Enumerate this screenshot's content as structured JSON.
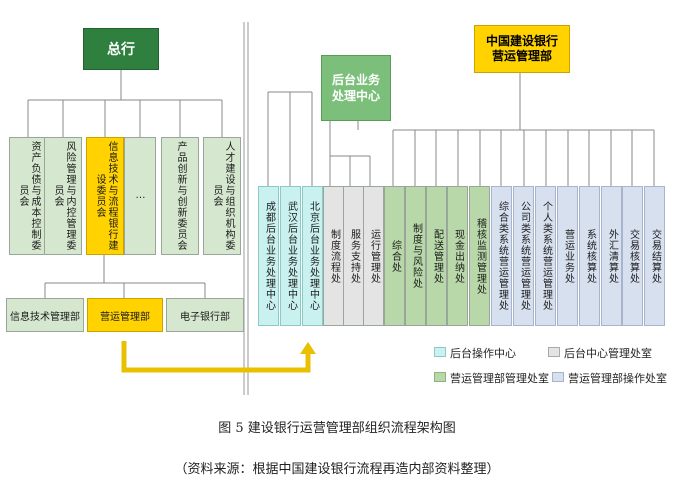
{
  "left": {
    "root": "总行",
    "committees": [
      "资产负债与成本控制委员会",
      "风险管理与内控管理委员会",
      "信息技术与流程银行建设委员会",
      "…",
      "产品创新与创新委员会",
      "人才建设与组织机构委员会"
    ],
    "departments": [
      "信息技术管理部",
      "营运管理部",
      "电子银行部"
    ]
  },
  "right": {
    "top": "中国建设银行营运管理部",
    "backoffice": "后台业务处理中心",
    "centers": [
      "成都后台业务处理中心",
      "武汉后台业务处理中心",
      "北京后台业务处理中心"
    ],
    "gray_units": [
      "制度流程处",
      "服务支持处",
      "运行管理处"
    ],
    "green_units": [
      "综合处",
      "制度与风险处",
      "配送管理处",
      "现金出纳处",
      "稽核监测管理处"
    ],
    "blue_units": [
      "综合类系统营运管理处",
      "公司类系统营运管理处",
      "个人类系统营运管理处",
      "营运业务处",
      "系统核算处",
      "外汇清算处",
      "交易核算处",
      "交易结算处"
    ]
  },
  "legend": [
    {
      "label": "后台操作中心",
      "color": "#c9f1ef"
    },
    {
      "label": "后台中心管理处室",
      "color": "#e4e4e4"
    },
    {
      "label": "营运管理部管理处室",
      "color": "#b9d8a9"
    },
    {
      "label": "营运管理部操作处室",
      "color": "#d7e0ef"
    }
  ],
  "caption": {
    "title": "图 5  建设银行运营管理部组织流程架构图",
    "source": "（资料来源：根据中国建设银行流程再造内部资料整理）"
  }
}
